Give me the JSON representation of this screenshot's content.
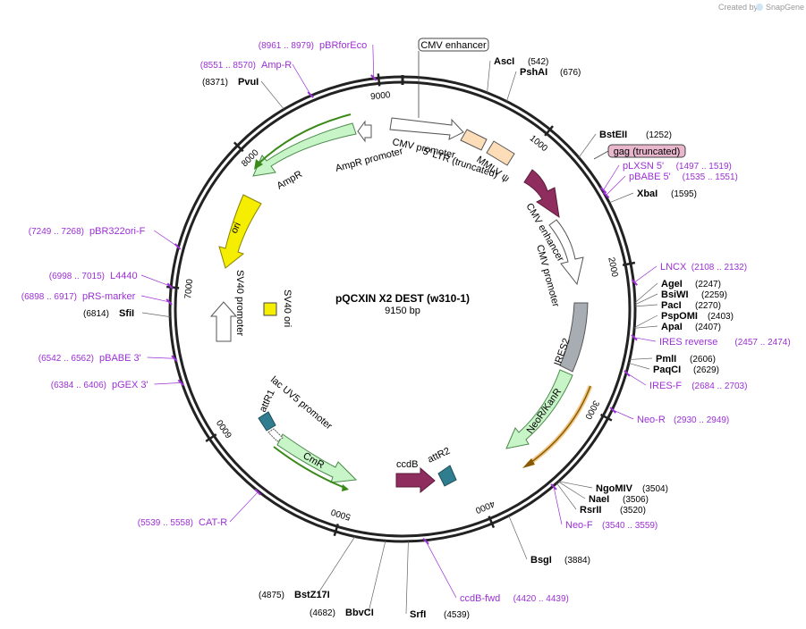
{
  "brand": {
    "created_by": "Created by",
    "product": "SnapGene"
  },
  "plasmid": {
    "name": "pQCXIN X2 DEST (w310-1)",
    "size": "9150 bp"
  },
  "ticks": [
    "1000",
    "2000",
    "3000",
    "4000",
    "5000",
    "6000",
    "7000",
    "8000",
    "9000"
  ],
  "enzymes": [
    {
      "name": "AscI",
      "pos": "(542)"
    },
    {
      "name": "PshAI",
      "pos": "(676)"
    },
    {
      "name": "BstEII",
      "pos": "(1252)"
    },
    {
      "name": "XbaI",
      "pos": "(1595)"
    },
    {
      "name": "AgeI",
      "pos": "(2247)"
    },
    {
      "name": "BsiWI",
      "pos": "(2259)"
    },
    {
      "name": "PacI",
      "pos": "(2270)"
    },
    {
      "name": "PspOMI",
      "pos": "(2403)"
    },
    {
      "name": "ApaI",
      "pos": "(2407)"
    },
    {
      "name": "PmlI",
      "pos": "(2606)"
    },
    {
      "name": "PaqCI",
      "pos": "(2629)"
    },
    {
      "name": "NgoMIV",
      "pos": "(3504)"
    },
    {
      "name": "NaeI",
      "pos": "(3506)"
    },
    {
      "name": "RsrII",
      "pos": "(3520)"
    },
    {
      "name": "BsgI",
      "pos": "(3884)"
    },
    {
      "name": "SrfI",
      "pos": "(4539)"
    },
    {
      "name": "BbvCI",
      "pos": "(4682)"
    },
    {
      "name": "BstZ17I",
      "pos": "(4875)"
    },
    {
      "name": "SfiI",
      "pos": "(6814)"
    },
    {
      "name": "PvuI",
      "pos": "(8371)"
    }
  ],
  "primers": [
    {
      "name": "pBRforEco",
      "pos": "(8961 .. 8979)"
    },
    {
      "name": "Amp-R",
      "pos": "(8551 .. 8570)"
    },
    {
      "name": "pLXSN 5'",
      "pos": "(1497 .. 1519)"
    },
    {
      "name": "pBABE 5'",
      "pos": "(1535 .. 1551)"
    },
    {
      "name": "LNCX",
      "pos": "(2108 .. 2132)"
    },
    {
      "name": "IRES reverse",
      "pos": "(2457 .. 2474)"
    },
    {
      "name": "IRES-F",
      "pos": "(2684 .. 2703)"
    },
    {
      "name": "Neo-R",
      "pos": "(2930 .. 2949)"
    },
    {
      "name": "Neo-F",
      "pos": "(3540 .. 3559)"
    },
    {
      "name": "ccdB-fwd",
      "pos": "(4420 .. 4439)"
    },
    {
      "name": "CAT-R",
      "pos": "(5539 .. 5558)"
    },
    {
      "name": "pGEX 3'",
      "pos": "(6384 .. 6406)"
    },
    {
      "name": "pBABE 3'",
      "pos": "(6542 .. 6562)"
    },
    {
      "name": "pRS-marker",
      "pos": "(6898 .. 6917)"
    },
    {
      "name": "L4440",
      "pos": "(6998 .. 7015)"
    },
    {
      "name": "pBR322ori-F",
      "pos": "(7249 .. 7268)"
    }
  ],
  "features": {
    "cmv_enhancer_box": "CMV enhancer",
    "gag_box": "gag (truncated)",
    "cmv_promoter_outer": "CMV promoter",
    "ltr": "5' LTR (truncated)",
    "mmlv": "MMLV ψ",
    "ampr_promoter": "AmpR promoter",
    "ampr": "AmpR",
    "ori": "ori",
    "sv40_promoter": "SV40 promoter",
    "sv40_ori": "SV40 ori",
    "cmv_enhancer_inner": "CMV enhancer",
    "cmv_promoter_inner": "CMV promoter",
    "ires2": "IRES2",
    "neor": "NeoR/KanR",
    "lac_promoter": "lac UV5 promoter",
    "attr1": "attR1",
    "cmr": "CmR",
    "ccdb": "ccdB",
    "attr2": "attR2"
  },
  "colors": {
    "backbone": "#222222",
    "primer": "#9b30d6",
    "green_feature": "#c8f5c8",
    "green_edge": "#3a8a1a",
    "ori_yellow": "#f5ee00",
    "ltr_peach": "#fddcb8",
    "gag_pink": "#e8b7cc",
    "cmv_enhancer_purple": "#8f2d5e",
    "ires_gray": "#a8adb4",
    "att_teal": "#2f7d8e",
    "primer_orange": "#e29a2a"
  }
}
